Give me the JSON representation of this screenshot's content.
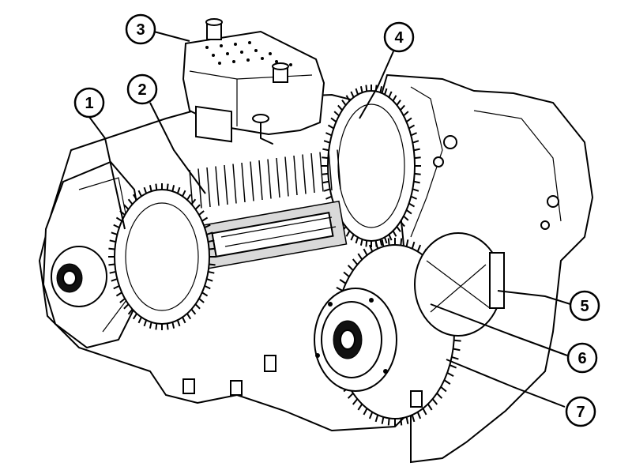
{
  "callouts": [
    {
      "id": "1",
      "label": "1"
    },
    {
      "id": "2",
      "label": "2"
    },
    {
      "id": "3",
      "label": "3"
    },
    {
      "id": "4",
      "label": "4"
    },
    {
      "id": "5",
      "label": "5"
    },
    {
      "id": "6",
      "label": "6"
    },
    {
      "id": "7",
      "label": "7"
    }
  ],
  "colors": {
    "ink": "#000000",
    "paper": "#ffffff",
    "shade": "#d9d9d9"
  }
}
